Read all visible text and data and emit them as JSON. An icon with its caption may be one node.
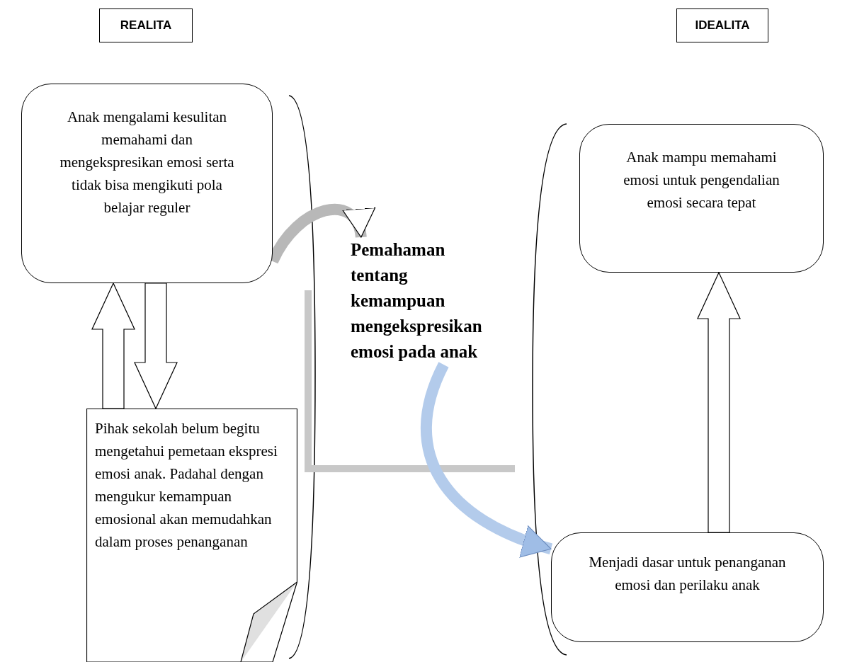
{
  "diagram": {
    "nodes": [
      {
        "text": [
          "REALITA"
        ]
      },
      {
        "text": [
          "IDEALITA"
        ]
      },
      {
        "text": [
          "Anak mengalami kesulitan memahami dan mengekspresikan emosi serta tidak bisa mengikuti pola belajar reguler"
        ]
      },
      {
        "text": [
          "Pihak sekolah belum begitu mengetahui pemetaan ekspresi emosi anak. Padahal dengan mengukur kemampuan emosional akan memudahkan dalam proses penanganan"
        ]
      },
      {
        "text": [
          "Pemahaman tentang kemampuan mengekspresikan emosi pada anak"
        ]
      },
      {
        "text": [
          "Anak mampu memahami emosi untuk pengendalian emosi secara tepat"
        ]
      },
      {
        "text": [
          "Menjadi dasar untuk penanganan emosi dan perilaku anak"
        ]
      }
    ],
    "edges": [
      {
        "from": 3,
        "to": 2,
        "arrow": "to"
      },
      {
        "from": 2,
        "to": 3,
        "arrow": "to"
      },
      {
        "from": 2,
        "to": 4,
        "arrow": "to"
      },
      {
        "from": 4,
        "to": 6,
        "arrow": "to"
      },
      {
        "from": 6,
        "to": 5,
        "arrow": "to"
      }
    ]
  }
}
